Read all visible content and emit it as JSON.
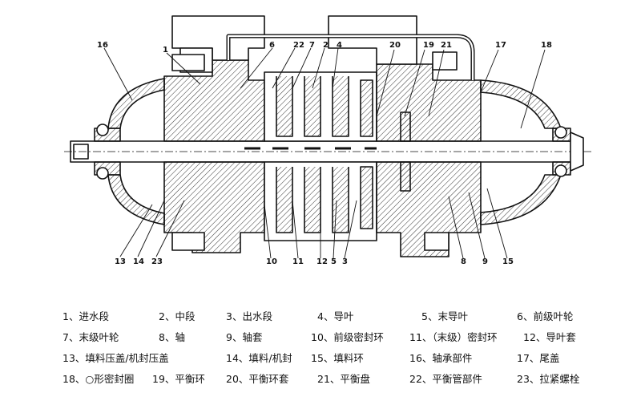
{
  "callouts": {
    "c1": "1",
    "c2": "2",
    "c3": "3",
    "c4": "4",
    "c5": "5",
    "c6": "6",
    "c7": "7",
    "c8": "8",
    "c9": "9",
    "c10": "10",
    "c11": "11",
    "c12": "12",
    "c13": "13",
    "c14": "14",
    "c15": "15",
    "c16": "16",
    "c17": "17",
    "c18": "18",
    "c19": "19",
    "c20": "20",
    "c21": "21",
    "c22": "22",
    "c23": "23"
  },
  "legend": [
    [
      "1、进水段",
      "2、中段",
      "3、出水段",
      "4、导叶",
      "5、末导叶",
      "6、前级叶轮"
    ],
    [
      "7、末级叶轮",
      "8、轴",
      "9、轴套",
      "10、前级密封环",
      "11、（末级）密封环",
      "12、导叶套"
    ],
    [
      "13、填料压盖/机封压盖",
      "14、填料/机封",
      "15、填料环",
      "16、轴承部件",
      "17、尾盖"
    ],
    [
      "18、○形密封圈",
      "19、平衡环",
      "20、平衡环套",
      "21、平衡盘",
      "22、平衡管部件",
      "23、拉紧螺栓"
    ]
  ],
  "colors": {
    "ink": "#111111",
    "background": "#ffffff",
    "hatch": "#333333"
  }
}
